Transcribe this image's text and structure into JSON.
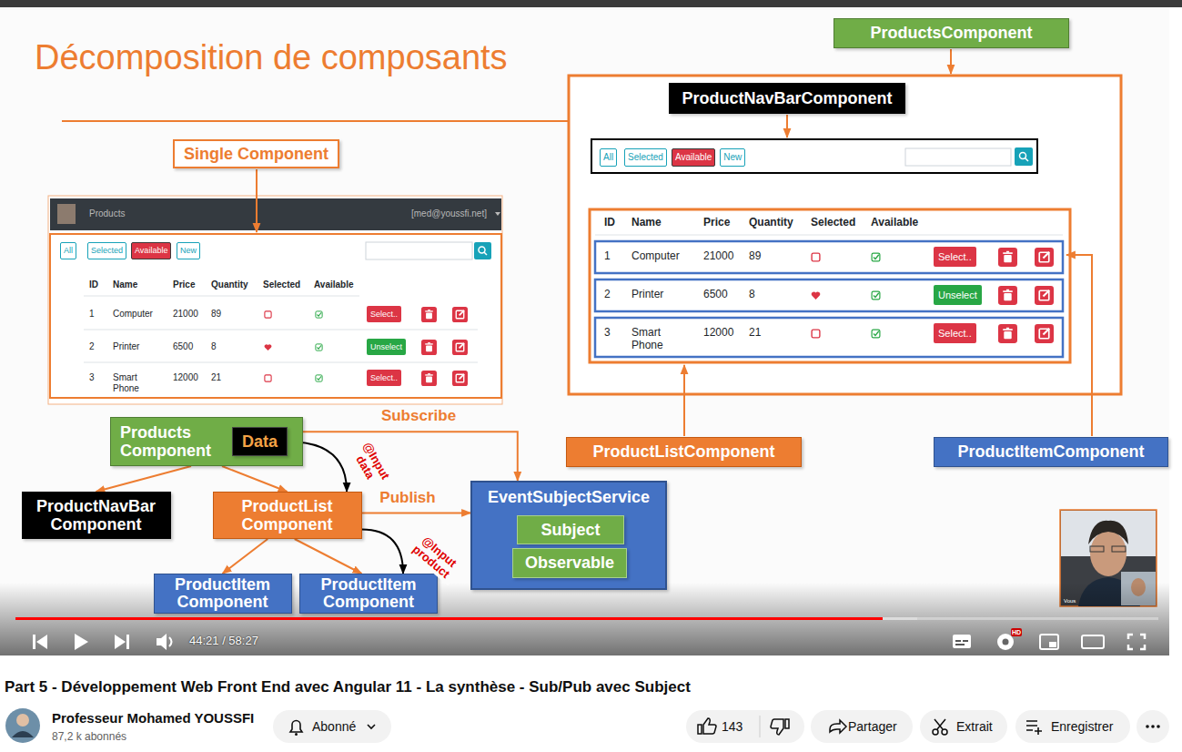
{
  "diagram": {
    "title": "Décomposition de composants",
    "nodes": [
      {
        "text": [
          "ProductsComponent"
        ]
      },
      {
        "text": [
          "ProductNavBarComponent"
        ]
      },
      {
        "text": [
          "Single Component"
        ]
      },
      {
        "text": [
          "Products Component"
        ]
      },
      {
        "text": [
          "Data"
        ],
        "in": 3
      },
      {
        "text": [
          "ProductListComponent"
        ]
      },
      {
        "text": [
          "ProductItemComponent"
        ]
      },
      {
        "text": [
          "ProductNavBar Component"
        ]
      },
      {
        "text": [
          "ProductList Component"
        ]
      },
      {
        "text": [
          "EventSubjectService"
        ]
      },
      {
        "text": [
          "Subject"
        ],
        "in": 9
      },
      {
        "text": [
          "Observable"
        ],
        "in": 9
      },
      {
        "text": [
          "ProductItem Component"
        ]
      },
      {
        "text": [
          "ProductItem Component"
        ]
      }
    ],
    "edges": [
      {
        "from": 3,
        "to": 7,
        "arrow": "to"
      },
      {
        "from": 3,
        "to": 8,
        "arrow": "to"
      },
      {
        "from": 4,
        "to": 8,
        "label": "@Input data",
        "arrow": "to"
      },
      {
        "from": 3,
        "to": 9,
        "label": "Subscribe",
        "arrow": "to"
      },
      {
        "from": 8,
        "to": 9,
        "label": "Publish",
        "arrow": "to"
      },
      {
        "from": 8,
        "to": 12,
        "arrow": "to"
      },
      {
        "from": 8,
        "to": 13,
        "arrow": "to"
      },
      {
        "from": 8,
        "to": 13,
        "label": "@Input product",
        "arrow": "to"
      }
    ],
    "labels": [
      "Products",
      "[med@youssfi.net]",
      "All",
      "Selected",
      "Available",
      "New",
      "ID",
      "Name",
      "Price",
      "Quantity",
      "Selected",
      "Available",
      "1",
      "Computer",
      "21000",
      "89",
      "Select..",
      "2",
      "Printer",
      "6500",
      "8",
      "Unselect",
      "3",
      "Smart Phone",
      "12000",
      "21",
      "Select..",
      "All",
      "Selected",
      "Available",
      "New",
      "ID",
      "Name",
      "Price",
      "Quantity",
      "Selected",
      "Available",
      "1",
      "Computer",
      "21000",
      "89",
      "Select..",
      "2",
      "Printer",
      "6500",
      "8",
      "Unselect",
      "3",
      "Smart Phone",
      "12000",
      "21",
      "Select..",
      "44:21 / 58:27",
      "HD",
      "Part 5 - Développement Web Front End avec Angular 11 - La synthèse - Sub/Pub avec Subject",
      "Professeur Mohamed YOUSSFI",
      "87,2 k abonnés",
      "Abonné",
      "143",
      "Partager",
      "Extrait",
      "Enregistrer",
      "Vous"
    ]
  }
}
